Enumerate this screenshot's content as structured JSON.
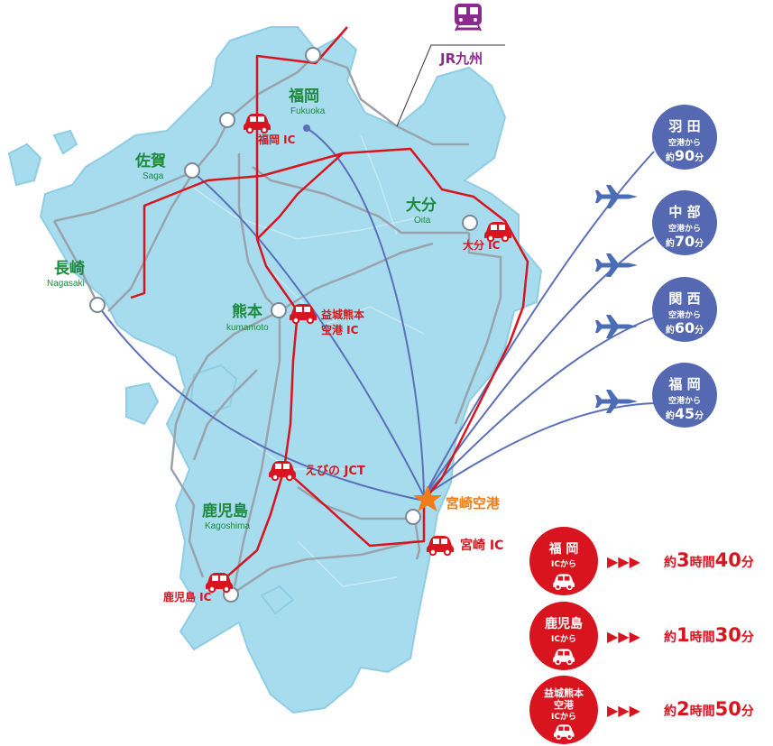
{
  "jr": {
    "label": "JR九州",
    "icon": "train-icon",
    "color": "#8b2a8e"
  },
  "colors": {
    "land": "#a6dcee",
    "coast": "#8fcde4",
    "road": "#9aa3ab",
    "expressway": "#d8141e",
    "route": "#5b6fb8",
    "flight_badge": "#5569b2",
    "drive_badge": "#d8141e",
    "city_text": "#1d8a3c",
    "airport_star": "#f07d1c"
  },
  "cities": {
    "fukuoka": {
      "name": "福岡",
      "roman": "Fukuoka"
    },
    "saga": {
      "name": "佐賀",
      "roman": "Saga"
    },
    "oita": {
      "name": "大分",
      "roman": "Oita"
    },
    "nagasaki": {
      "name": "長崎",
      "roman": "Nagasaki"
    },
    "kumamoto": {
      "name": "熊本",
      "roman": "kumamoto"
    },
    "kagoshima": {
      "name": "鹿児島",
      "roman": "Kagoshima"
    }
  },
  "ic": {
    "fukuoka": "福岡 IC",
    "oita": "大分 IC",
    "mashiki_line1": "益城熊本",
    "mashiki_line2": "空港 IC",
    "ebino": "えびの JCT",
    "kagoshima": "鹿児島 IC",
    "miyazaki": "宮崎 IC"
  },
  "airport": {
    "name": "宮崎空港"
  },
  "flights": [
    {
      "name": "羽 田",
      "from": "空港から",
      "prefix": "約",
      "num": "90",
      "unit": "分"
    },
    {
      "name": "中 部",
      "from": "空港から",
      "prefix": "約",
      "num": "70",
      "unit": "分"
    },
    {
      "name": "関 西",
      "from": "空港から",
      "prefix": "約",
      "num": "60",
      "unit": "分"
    },
    {
      "name": "福 岡",
      "from": "空港から",
      "prefix": "約",
      "num": "45",
      "unit": "分"
    }
  ],
  "drives": [
    {
      "lines": [
        "福 岡",
        "ICから"
      ],
      "arrows": "▶▶▶",
      "prefix": "約",
      "h": "3",
      "hunit": "時間",
      "m": "40",
      "munit": "分"
    },
    {
      "lines": [
        "鹿児島",
        "ICから"
      ],
      "arrows": "▶▶▶",
      "prefix": "約",
      "h": "1",
      "hunit": "時間",
      "m": "30",
      "munit": "分"
    },
    {
      "lines": [
        "益城熊本",
        "空港",
        "ICから"
      ],
      "arrows": "▶▶▶",
      "prefix": "約",
      "h": "2",
      "hunit": "時間",
      "m": "50",
      "munit": "分"
    }
  ]
}
